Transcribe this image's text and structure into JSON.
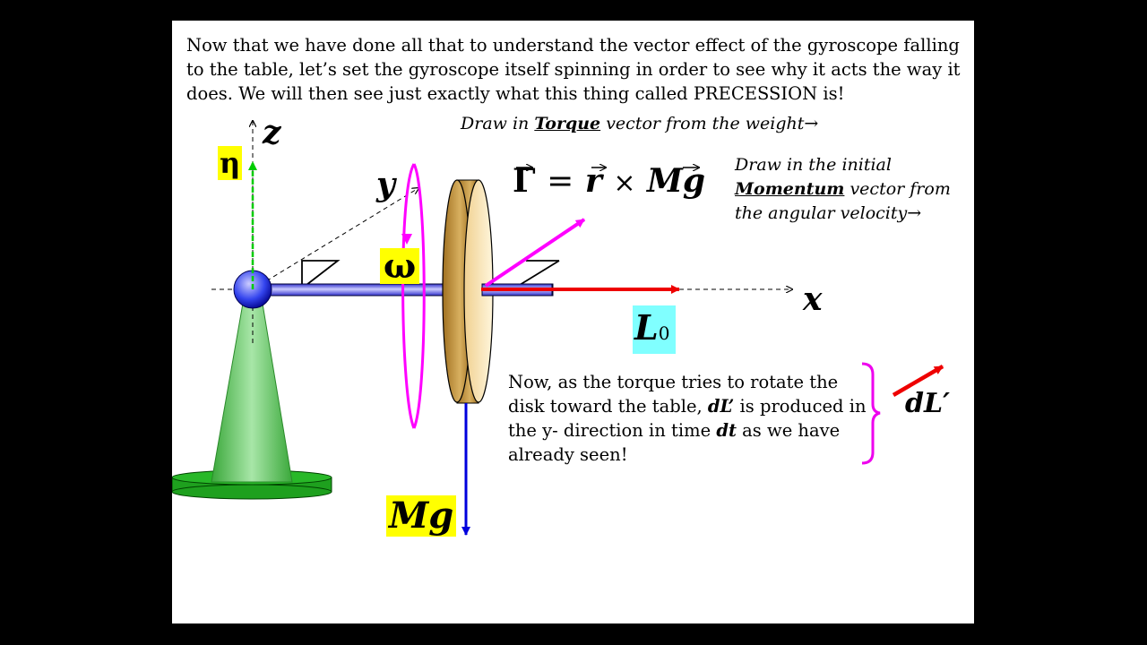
{
  "intro": {
    "line1": "Now that we have done all that to understand the vector effect of the gyroscope falling to the table, let’s set the gyroscope itself spinning in order to see why it acts the way it does.  We will then see just exactly what this thing called PRECESSION is!"
  },
  "torque_instruction": {
    "pre": "Draw in ",
    "key": "Torque",
    "post": " vector from the weight",
    "arrow": "→"
  },
  "momentum_instruction": {
    "line1": "Draw in the initial",
    "key": "Momentum",
    "line2_post": " vector from",
    "line3": "the angular velocity",
    "arrow": "→"
  },
  "equation": {
    "lhs": "Γ",
    "equals": "=",
    "r": "r",
    "times": "×",
    "Mg": "Mg"
  },
  "explanation": {
    "part1": "Now, as the torque tries to rotate the disk toward the table, ",
    "dL": "dL’",
    "part2": " is produced in the y- direction in time ",
    "dt": "dt",
    "part3": " as we have already seen!"
  },
  "labels": {
    "eta": "η",
    "z": "z",
    "y": "y",
    "x": "x",
    "omega": "ω",
    "L0_main": "L",
    "L0_sub": "0",
    "Mg": "Mg",
    "dL_prime": "dL′"
  },
  "colors": {
    "eta_arrow": "#00cc00",
    "torque_arrow": "#ff00ff",
    "momentum_arrow": "#ee0000",
    "weight_arrow": "#0000dd",
    "rotation_loop": "#ff00ff",
    "highlight_yellow": "#ffff00",
    "highlight_cyan": "#80ffff"
  }
}
